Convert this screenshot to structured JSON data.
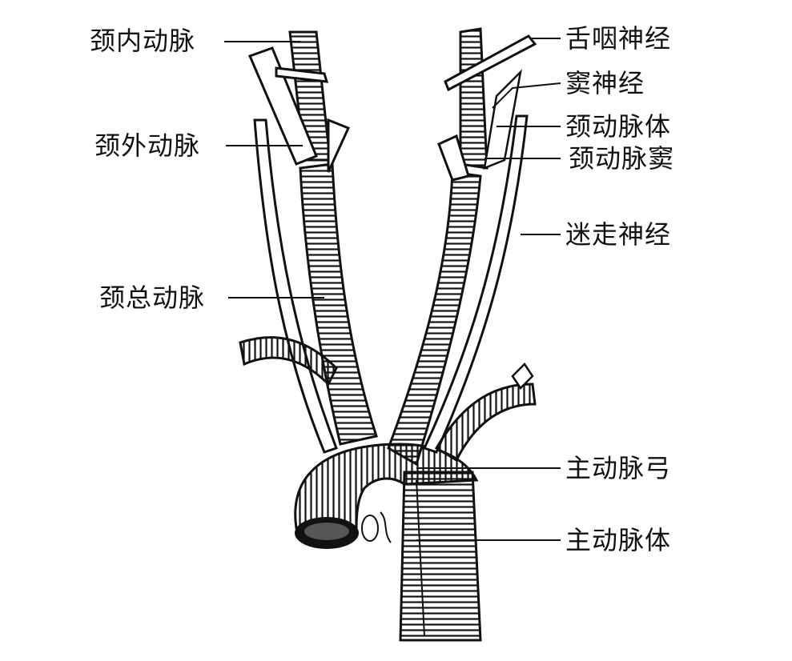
{
  "diagram": {
    "colors": {
      "ink": "#111111",
      "paper": "#ffffff"
    },
    "labels": {
      "internal_carotid": "颈内动脉",
      "external_carotid": "颈外动脉",
      "common_carotid": "颈总动脉",
      "glossopharyngeal_nerve": "舌咽神经",
      "sinus_nerve": "窦神经",
      "carotid_body": "颈动脉体",
      "carotid_sinus": "颈动脉窦",
      "vagus_nerve": "迷走神经",
      "aortic_arch": "主动脉弓",
      "aortic_body": "主动脉体"
    }
  }
}
